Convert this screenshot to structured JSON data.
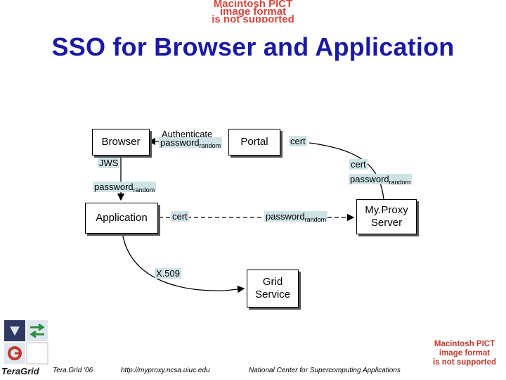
{
  "banner": {
    "line1": "Macintosh PICT",
    "line2": "image format",
    "line3": "is not supported"
  },
  "title": "SSO for Browser and Application",
  "nodes": {
    "browser": "Browser",
    "portal": "Portal",
    "application": "Application",
    "myproxy_line1": "My.Proxy",
    "myproxy_line2": "Server",
    "grid_line1": "Grid",
    "grid_line2": "Service"
  },
  "labels": {
    "authenticate": "Authenticate",
    "password": "password",
    "random": "random",
    "cert": "cert",
    "jws": "JWS",
    "x509": "X.509"
  },
  "footer": {
    "logo_text": "TeraGrid",
    "event": "Tera.Grid '06",
    "url": "http://myproxy.ncsa.uiuc.edu",
    "org": "National Center for Supercomputing Applications"
  },
  "colors": {
    "title": "#1a1aa6",
    "pict_red": "#c0392b",
    "label_bg": "#cfe3e7"
  }
}
